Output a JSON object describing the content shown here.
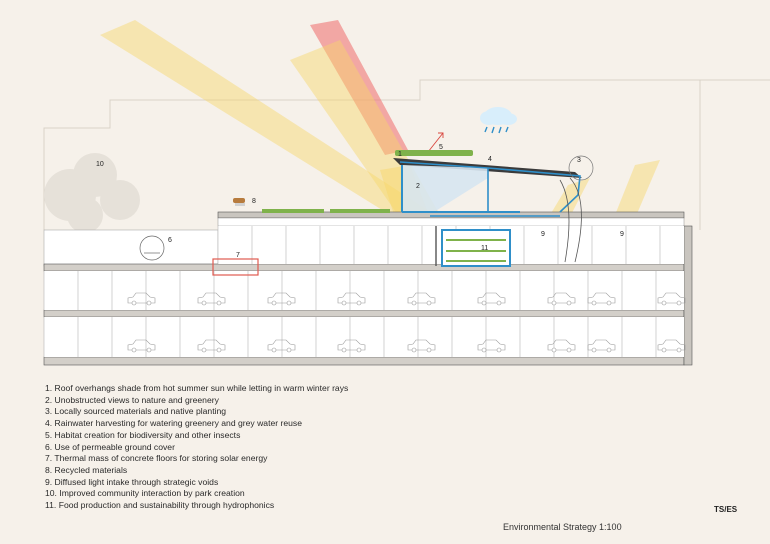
{
  "diagram": {
    "labels": {
      "n1": "1",
      "n2": "2",
      "n3": "3",
      "n4": "4",
      "n5": "5",
      "n6": "6",
      "n7": "7",
      "n8": "8",
      "n9a": "9",
      "n9b": "9",
      "n10": "10",
      "n11": "11"
    }
  },
  "legend": {
    "items": [
      "1. Roof overhangs shade from hot summer sun while letting in warm winter rays",
      "2. Unobstructed views to nature and greenery",
      "3. Locally sourced materials and native planting",
      "4. Rainwater harvesting for watering greenery and grey water reuse",
      "5. Habitat creation for biodiversity and other insects",
      "6. Use of permeable ground cover",
      "7. Thermal mass of concrete floors for storing solar energy",
      "8. Recycled materials",
      "9. Diffused light intake through strategic voids",
      "10. Improved community interaction by park creation",
      "11. Food production and sustainability through hydrophonics"
    ]
  },
  "footer": {
    "title": "Environmental Strategy 1:100",
    "code": "TS/ES"
  },
  "colors": {
    "background": "#f6f1ea",
    "sun_yellow": "#f7d76b",
    "sun_red": "#ee6a6a",
    "water_blue": "#2f8fc9",
    "green_roof": "#7fb24b",
    "concrete": "#8c8c8c"
  },
  "icons": {
    "rain": "rain-cloud-icon",
    "tree": "tree-icon",
    "car": "car-icon",
    "arrow": "arrow-up-right-icon"
  }
}
